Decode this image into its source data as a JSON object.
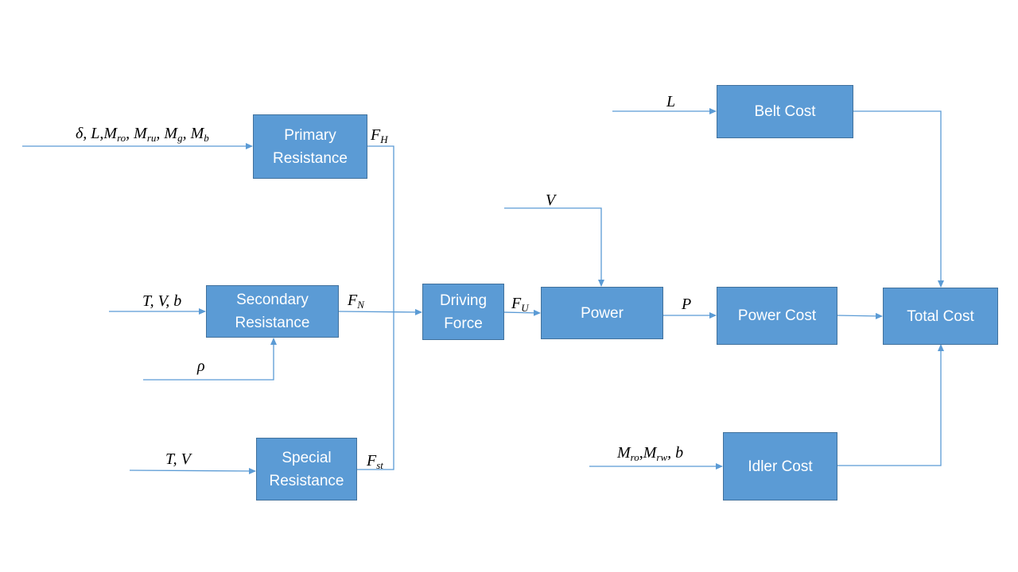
{
  "colors": {
    "box_fill": "#5b9bd5",
    "box_border": "#41719c",
    "line": "#5b9bd5",
    "text_in_box": "#ffffff"
  },
  "boxes": {
    "primary_resistance": "Primary\nResistance",
    "secondary_resistance": "Secondary\nResistance",
    "special_resistance": "Special\nResistance",
    "driving_force": "Driving\nForce",
    "power": "Power",
    "power_cost": "Power Cost",
    "belt_cost": "Belt Cost",
    "idler_cost": "Idler Cost",
    "total_cost": "Total Cost"
  },
  "labels": {
    "primary_inputs": {
      "a": "δ, L,",
      "m1": "M",
      "m1_sub": "ro",
      "c1": ",",
      "m2": " M",
      "m2_sub": "ru",
      "c2": ",",
      "m3": " M",
      "m3_sub": "g",
      "c3": ",",
      "m4": " M",
      "m4_sub": "b"
    },
    "secondary_inputs": "T, V, b",
    "rho": "ρ",
    "special_inputs": "T, V",
    "f_h": {
      "base": "F",
      "sub": "H"
    },
    "f_n": {
      "base": "F",
      "sub": "N"
    },
    "f_st": {
      "base": "F",
      "sub": "st"
    },
    "f_u": {
      "base": "F",
      "sub": "U"
    },
    "v_input": "V",
    "p_label": "P",
    "l_input": "L",
    "idler_inputs": {
      "m1": "M",
      "m1_sub": "ro",
      "c1": ",",
      "m2": "M",
      "m2_sub": "rw",
      "c2": ", b"
    }
  }
}
